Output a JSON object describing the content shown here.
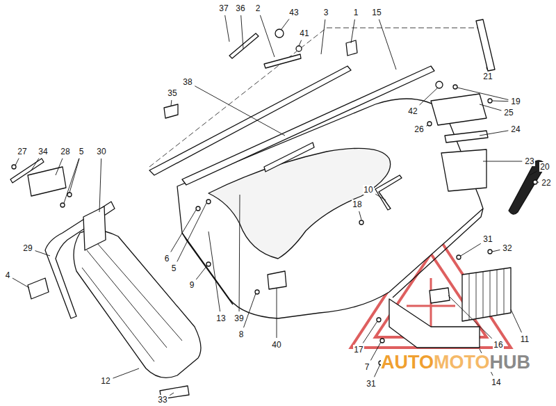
{
  "diagram": {
    "labels": [
      "37",
      "36",
      "2",
      "43",
      "3",
      "1",
      "15",
      "41",
      "21",
      "19",
      "38",
      "35",
      "42",
      "25",
      "26",
      "24",
      "23",
      "20",
      "22",
      "27",
      "34",
      "28",
      "5",
      "30",
      "10",
      "18",
      "29",
      "31",
      "32",
      "6",
      "5",
      "4",
      "9",
      "13",
      "39",
      "8",
      "11",
      "40",
      "16",
      "17",
      "7",
      "14",
      "12",
      "31",
      "33",
      "AUTO",
      "MOTO",
      "HUB"
    ]
  }
}
